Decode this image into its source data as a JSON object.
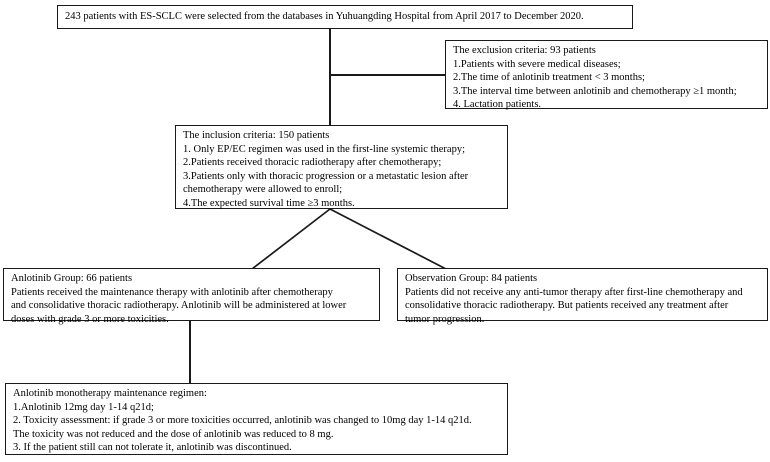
{
  "diagram": {
    "title": "ES-SCLC anlotinib maintenance study flow diagram",
    "type": "flowchart",
    "border_color": "#1a1a1a",
    "background_color": "#ffffff"
  },
  "boxes": {
    "screened": {
      "name": "screened-cohort",
      "lines": [
        "243 patients with ES-SCLC  were selected from the databases in Yuhuangding Hospital from  April 2017  to December 2020."
      ]
    },
    "exclusion": {
      "name": "exclusion-criteria",
      "lines": [
        "The exclusion criteria: 93 patients",
        "1.Patients with severe medical  diseases;",
        "2.The time of anlotinib treatment < 3 months;",
        "3.The interval time between anlotinib and chemotherapy ≥1 month;",
        "4. Lactation patients."
      ]
    },
    "inclusion": {
      "name": "inclusion-criteria",
      "lines": [
        "The inclusion criteria: 150  patients",
        "1.  Only EP/EC regimen was used in the first-line  systemic therapy;",
        "2.Patients received thoracic radiotherapy after chemotherapy;",
        "3.Patients only with thoracic progression or a metastatic lesion after",
        "chemotherapy were  allowed to enroll;",
        "4.The expected survival time ≥3 months."
      ]
    },
    "anlotinib_group": {
      "name": "anlotinib-group",
      "lines": [
        "Anlotinib Group: 66 patients",
        "Patients received the maintenance therapy with anlotinib after chemotherapy",
        "and consolidative thoracic radiotherapy. Anlotinib will  be administered  at lower",
        "doses with grade 3 or more toxicities."
      ]
    },
    "observation_group": {
      "name": "observation-group",
      "lines": [
        "Observation Group: 84 patients",
        "Patients did not receive any anti-tumor therapy after first-line  chemotherapy and",
        "consolidative thoracic radiotherapy. But patients received any treatment after",
        "tumor progression."
      ]
    },
    "regimen": {
      "name": "anlotinib-monotherapy-regimen",
      "lines": [
        "Anlotinib monotherapy maintenance regimen:",
        "1.Anlotinib 12mg  day 1-14  q21d;",
        "2. Toxicity assessment: if grade 3 or more toxicities  occurred, anlotinib was changed to 10mg  day 1-14  q21d.",
        "The toxicity was not reduced and the dose of anlotinib was reduced to 8 mg.",
        "3. If the patient still can not tolerate it, anlotinib was discontinued."
      ]
    }
  },
  "counts": {
    "screened_patients": 243,
    "excluded_patients": 93,
    "included_patients": 150,
    "anlotinib_patients": 66,
    "observation_patients": 84
  }
}
